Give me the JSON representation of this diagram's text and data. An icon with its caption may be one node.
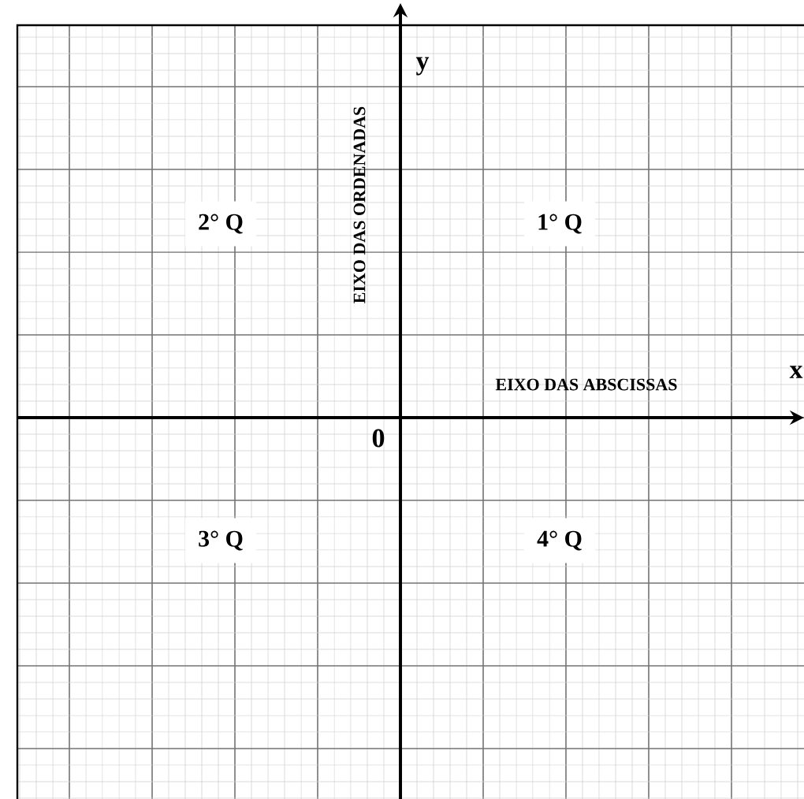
{
  "diagram": {
    "labels": [
      "y",
      "EIXO DAS ORDENADAS",
      "2° Q",
      "1° Q",
      "EIXO DAS ABSCISSAS",
      "x",
      "0",
      "3° Q",
      "4° Q"
    ]
  }
}
